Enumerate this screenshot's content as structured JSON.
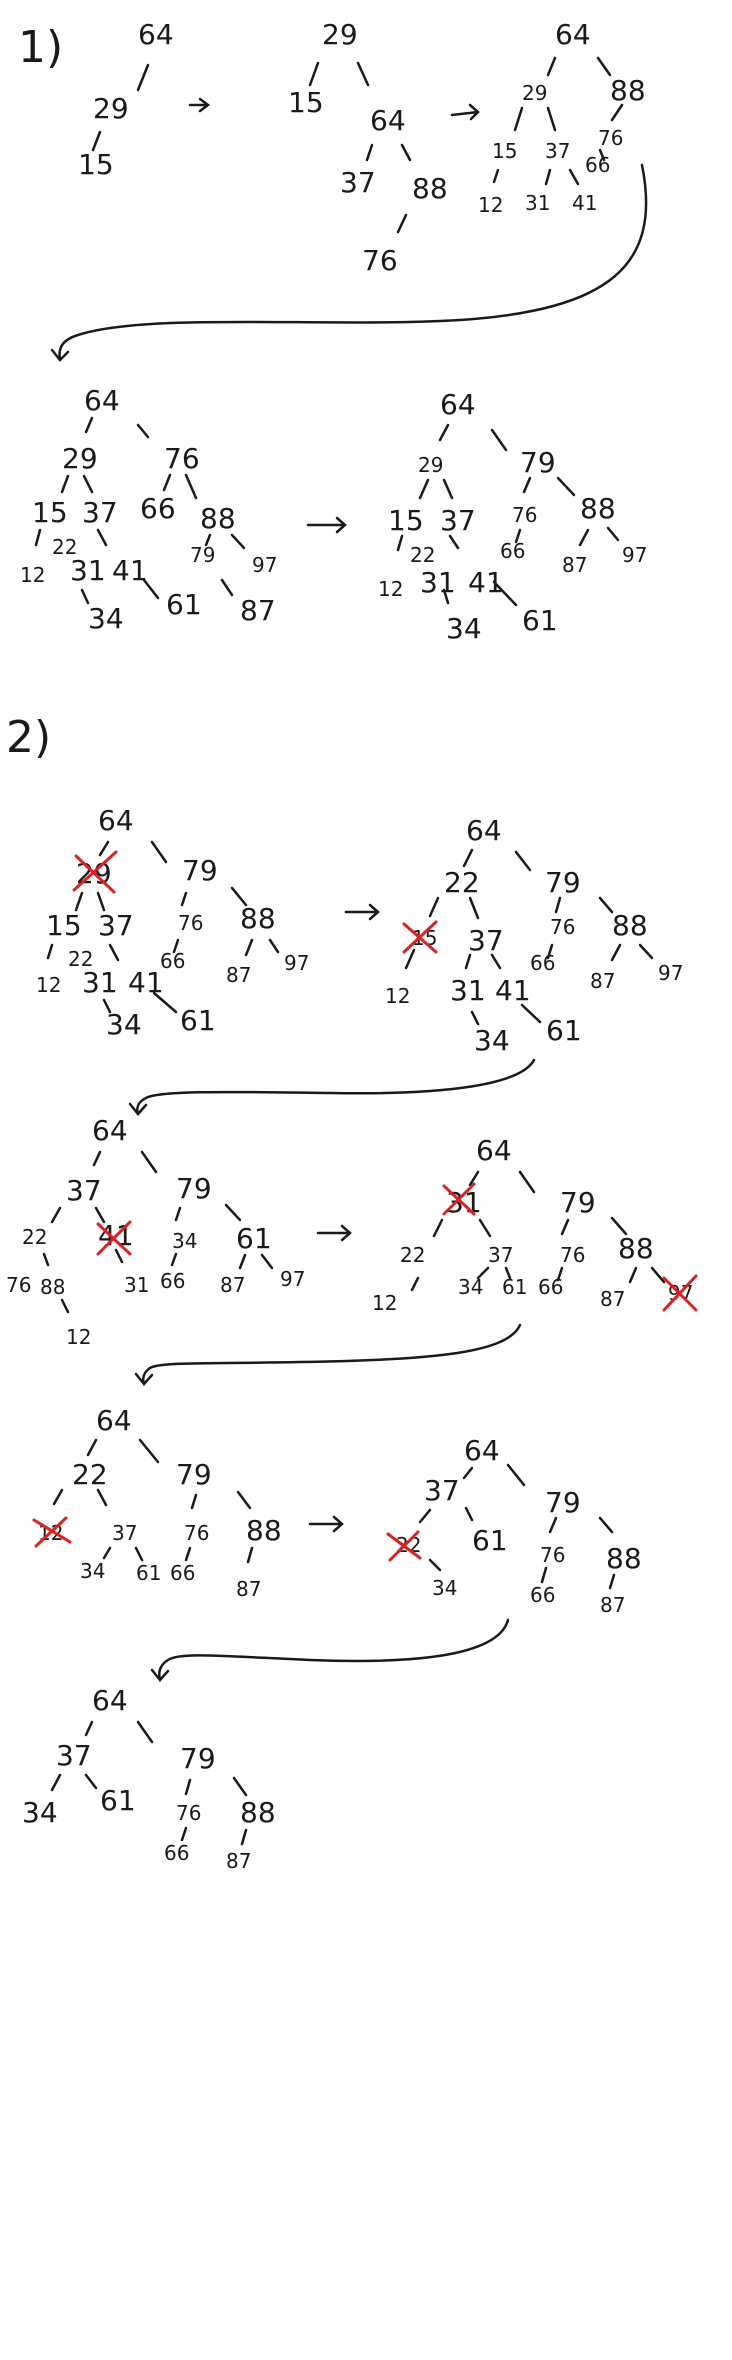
{
  "headings": {
    "section1": "1)",
    "section2": "2)"
  },
  "colors": {
    "ink": "#1a1a1a",
    "deletion_mark": "#e02020",
    "background": "#ffffff"
  },
  "section1": {
    "trees": [
      {
        "nodes": [
          "64",
          "29",
          "15"
        ]
      },
      {
        "nodes": [
          "29",
          "15",
          "64",
          "37",
          "88",
          "76"
        ]
      },
      {
        "nodes": [
          "64",
          "29",
          "88",
          "15",
          "37",
          "76",
          "66",
          "12",
          "31",
          "41"
        ]
      },
      {
        "nodes": [
          "64",
          "29",
          "76",
          "15",
          "37",
          "66",
          "88",
          "22",
          "12",
          "31",
          "41",
          "79",
          "97",
          "34",
          "61",
          "87"
        ]
      },
      {
        "nodes": [
          "64",
          "29",
          "79",
          "15",
          "37",
          "76",
          "88",
          "22",
          "66",
          "87",
          "97",
          "12",
          "31",
          "41",
          "34",
          "61"
        ]
      }
    ]
  },
  "section2": {
    "trees": [
      {
        "nodes": [
          "64",
          "29",
          "79",
          "15",
          "37",
          "76",
          "88",
          "22",
          "66",
          "87",
          "97",
          "12",
          "31",
          "41",
          "34",
          "61"
        ],
        "deleted": "29"
      },
      {
        "nodes": [
          "64",
          "22",
          "79",
          "15",
          "37",
          "76",
          "88",
          "66",
          "87",
          "97",
          "12",
          "31",
          "41",
          "34",
          "61"
        ],
        "deleted": "15"
      },
      {
        "nodes": [
          "64",
          "37",
          "79",
          "22",
          "41",
          "76",
          "88",
          "12",
          "31",
          "34",
          "61",
          "66",
          "87",
          "97"
        ],
        "deleted": "41"
      },
      {
        "nodes": [
          "64",
          "31",
          "79",
          "22",
          "37",
          "76",
          "88",
          "12",
          "34",
          "61",
          "66",
          "87",
          "97"
        ],
        "deleted": [
          "31",
          "97"
        ]
      },
      {
        "nodes": [
          "64",
          "22",
          "79",
          "12",
          "37",
          "76",
          "88",
          "34",
          "61",
          "66",
          "87"
        ],
        "deleted": "12"
      },
      {
        "nodes": [
          "64",
          "37",
          "79",
          "22",
          "61",
          "76",
          "88",
          "34",
          "66",
          "87"
        ],
        "deleted": "22"
      },
      {
        "nodes": [
          "64",
          "37",
          "79",
          "34",
          "61",
          "76",
          "88",
          "66",
          "87"
        ]
      }
    ]
  }
}
